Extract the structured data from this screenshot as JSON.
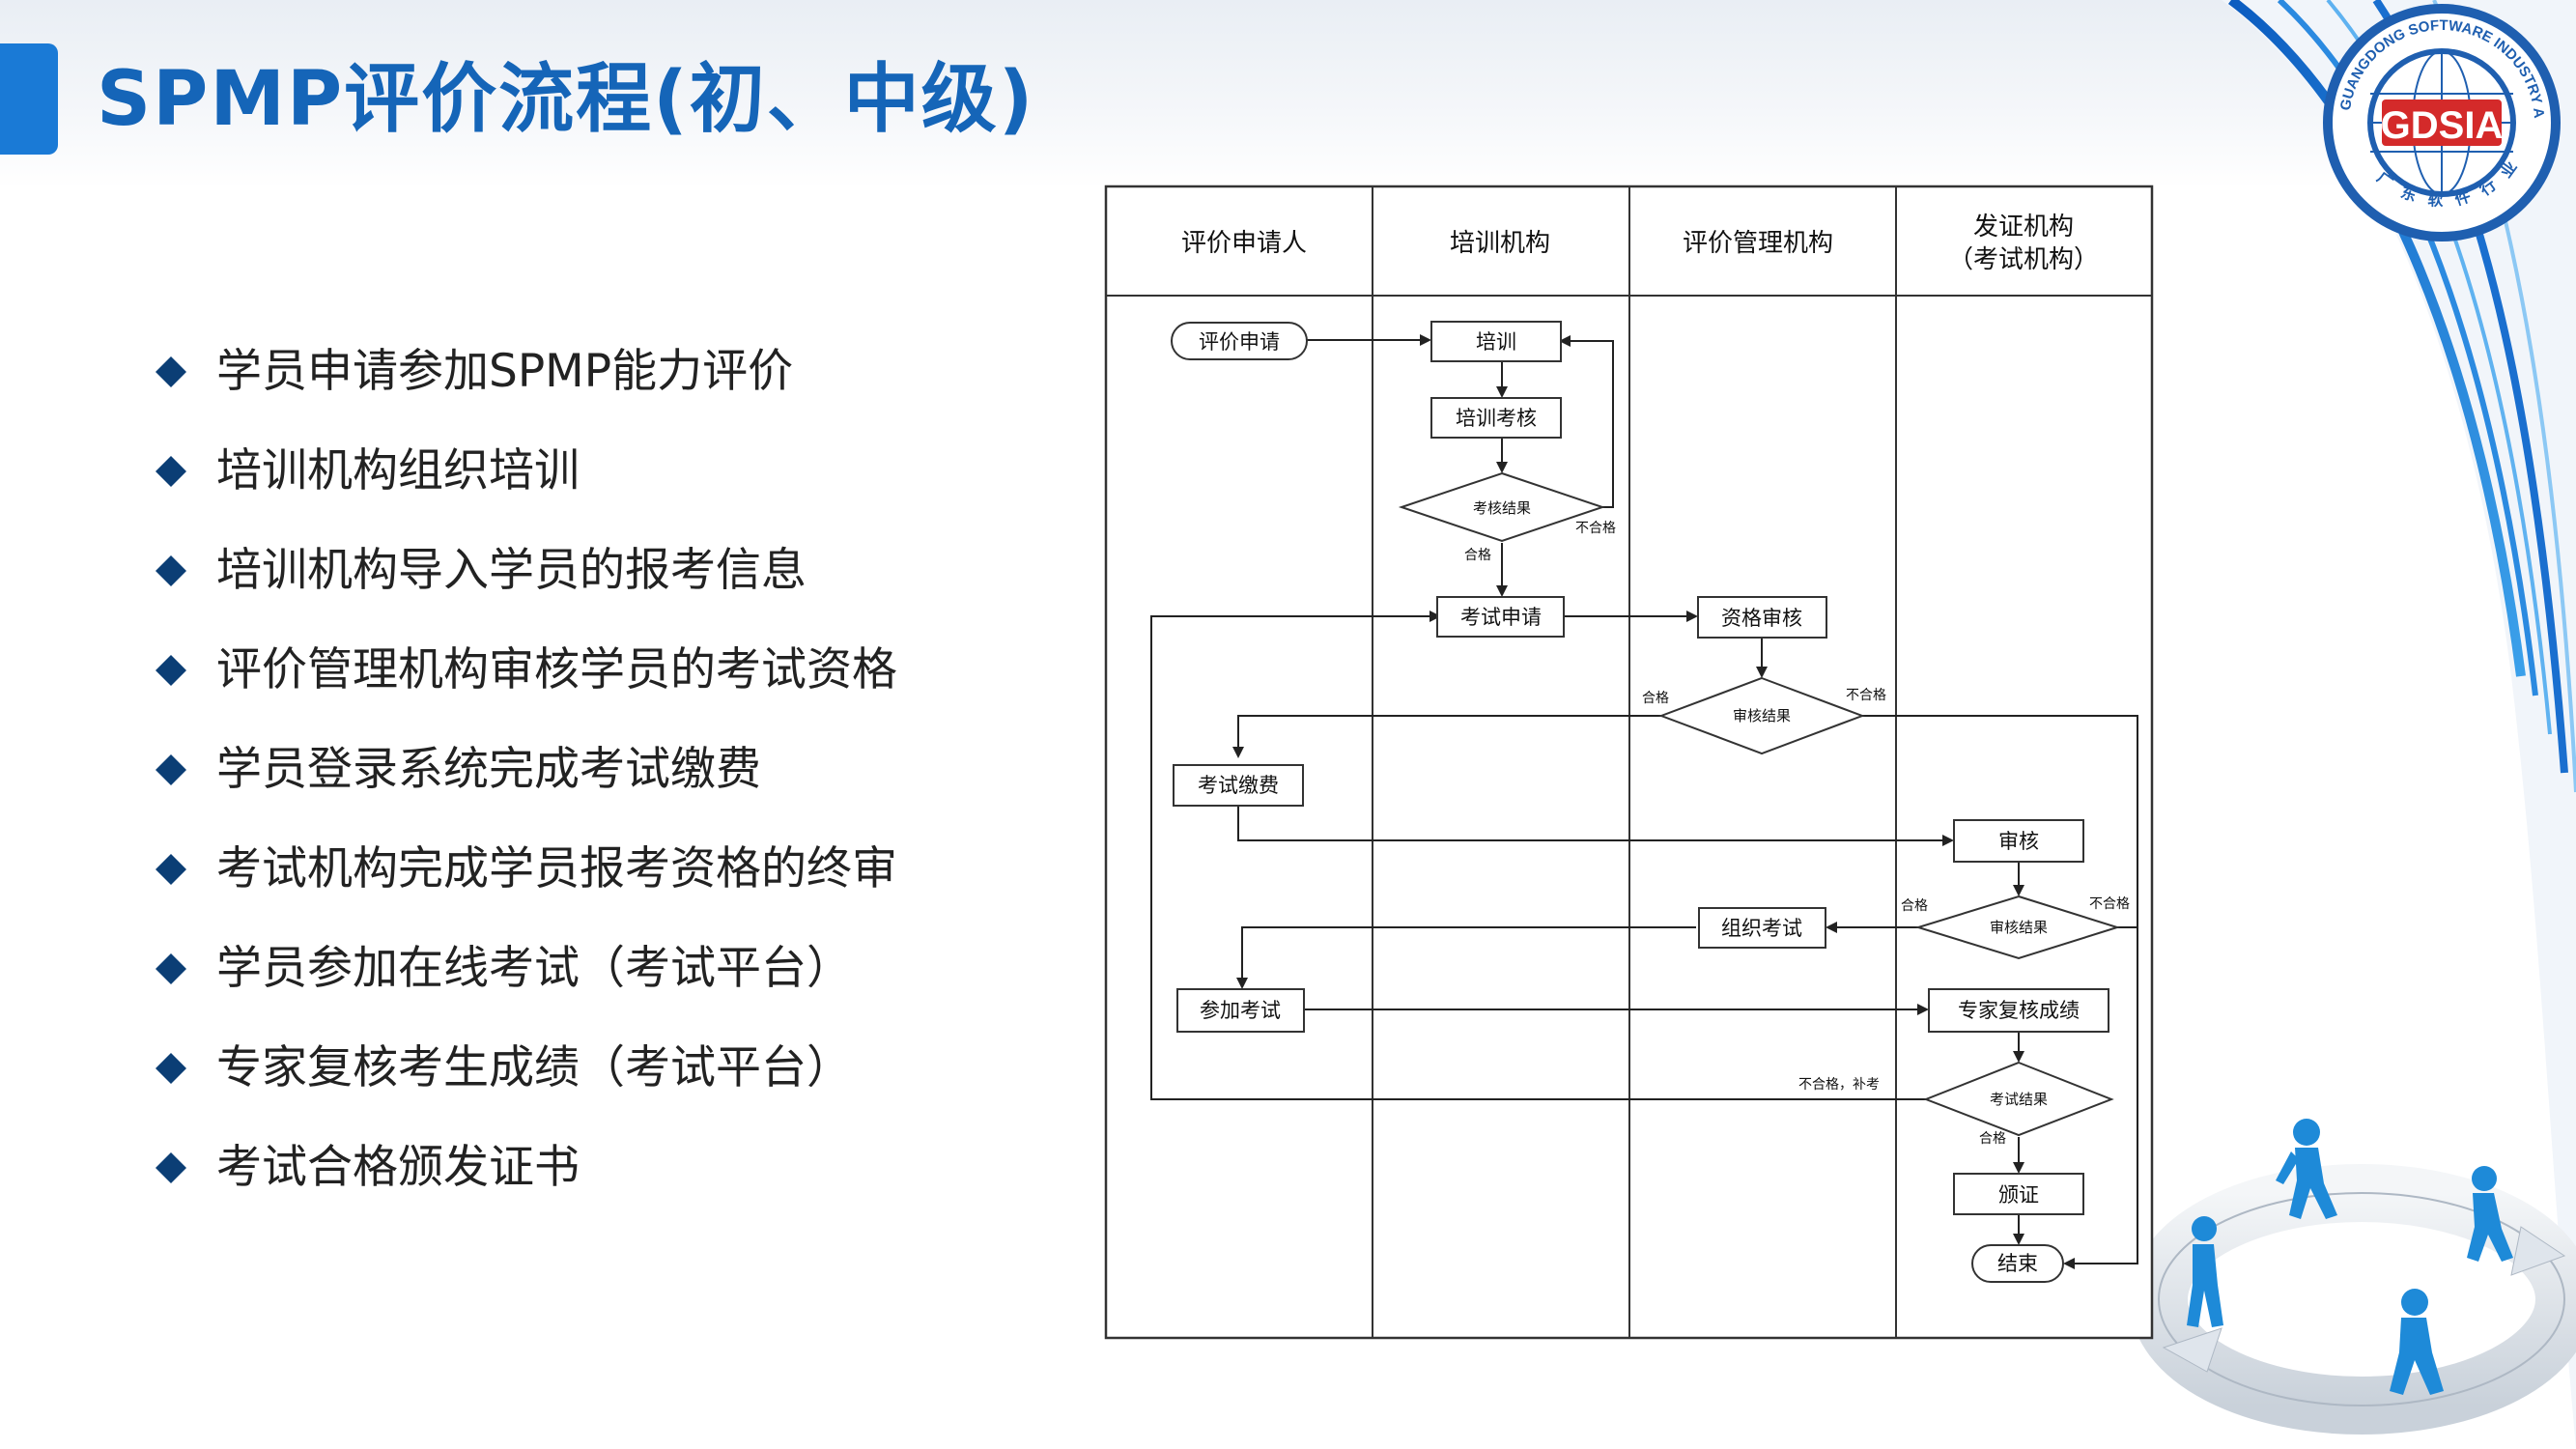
{
  "title": "SPMP评价流程(初、中级)",
  "bullets": [
    "学员申请参加SPMP能力评价",
    "培训机构组织培训",
    "培训机构导入学员的报考信息",
    "评价管理机构审核学员的考试资格",
    "学员登录系统完成考试缴费",
    "考试机构完成学员报考资格的终审",
    "学员参加在线考试（考试平台）",
    "专家复核考生成绩（考试平台）",
    "考试合格颁发证书"
  ],
  "flowchart": {
    "lanes": [
      "评价申请人",
      "培训机构",
      "评价管理机构",
      "发证机构",
      "（考试机构）"
    ],
    "nodes": {
      "apply": "评价申请",
      "train": "培训",
      "train_exam": "培训考核",
      "exam_result1": "考核结果",
      "exam_apply": "考试申请",
      "qual_review": "资格审核",
      "review_result": "审核结果",
      "exam_fee": "考试缴费",
      "audit": "审核",
      "review_result2": "审核结果",
      "organize_exam": "组织考试",
      "take_exam": "参加考试",
      "expert_review": "专家复核成绩",
      "exam_result2": "考试结果",
      "certify": "颁证",
      "end": "结束"
    },
    "edge_labels": {
      "pass": "合格",
      "fail": "不合格",
      "fail_retake": "不合格，补考"
    }
  },
  "logo": {
    "text": "GDSIA",
    "ring_text": "GUANGDONG SOFTWARE INDUSTRY ASSOCIATION",
    "cn_text": "广东软件行业协会"
  },
  "colors": {
    "accent": "#1a7ad6",
    "title": "#1565b8",
    "logo_red": "#d42a2a",
    "logo_blue": "#1f5fb0"
  }
}
